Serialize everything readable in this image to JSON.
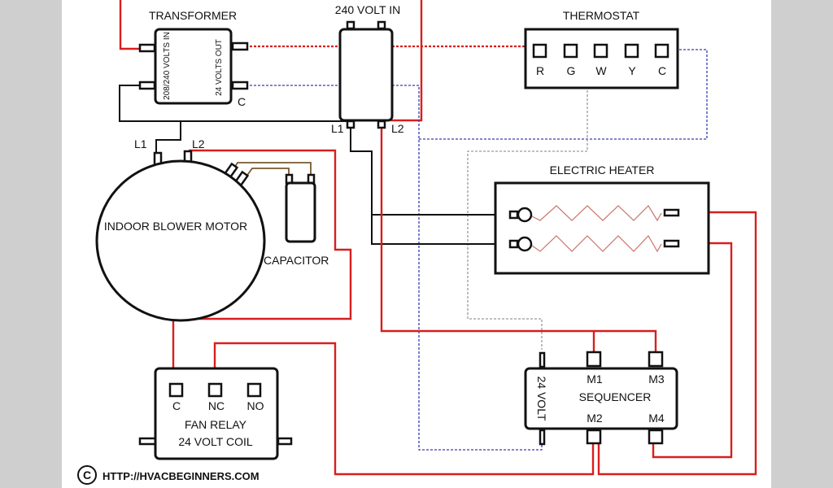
{
  "diagram": {
    "title": "HVAC Electric Heat Wiring Diagram",
    "colors": {
      "line_voltage": "#d81e1e",
      "ground_black": "#111111",
      "low_voltage_common": "#3b3bb0",
      "thermostat_w": "#9a9a9a",
      "capacitor_leads": "#7a5a2e",
      "heater_coil": "#c9746a",
      "frame": "#cfcfcf"
    },
    "components": {
      "transformer": {
        "label": "TRANSFORMER",
        "in_label": "208/240 VOLTS IN",
        "out_label": "24 VOLTS OUT",
        "common_label": "C"
      },
      "supply": {
        "label": "240 VOLT IN",
        "l1": "L1",
        "l2": "L2"
      },
      "thermostat": {
        "label": "THERMOSTAT",
        "terminals": [
          "R",
          "G",
          "W",
          "Y",
          "C"
        ]
      },
      "blower_motor": {
        "label": "INDOOR BLOWER MOTOR",
        "l1": "L1",
        "l2": "L2"
      },
      "capacitor": {
        "label": "CAPACITOR"
      },
      "heater": {
        "label": "ELECTRIC HEATER",
        "elements": 2
      },
      "sequencer": {
        "label": "SEQUENCER",
        "coil_label": "24 VOLT",
        "terminals": [
          "M1",
          "M3",
          "M2",
          "M4"
        ]
      },
      "fan_relay": {
        "label_line1": "FAN RELAY",
        "label_line2": "24 VOLT COIL",
        "terminals": [
          "C",
          "NC",
          "NO"
        ]
      }
    },
    "footer": {
      "copyright_symbol": "©",
      "url": "HTTP://HVACBEGINNERS.COM"
    }
  }
}
